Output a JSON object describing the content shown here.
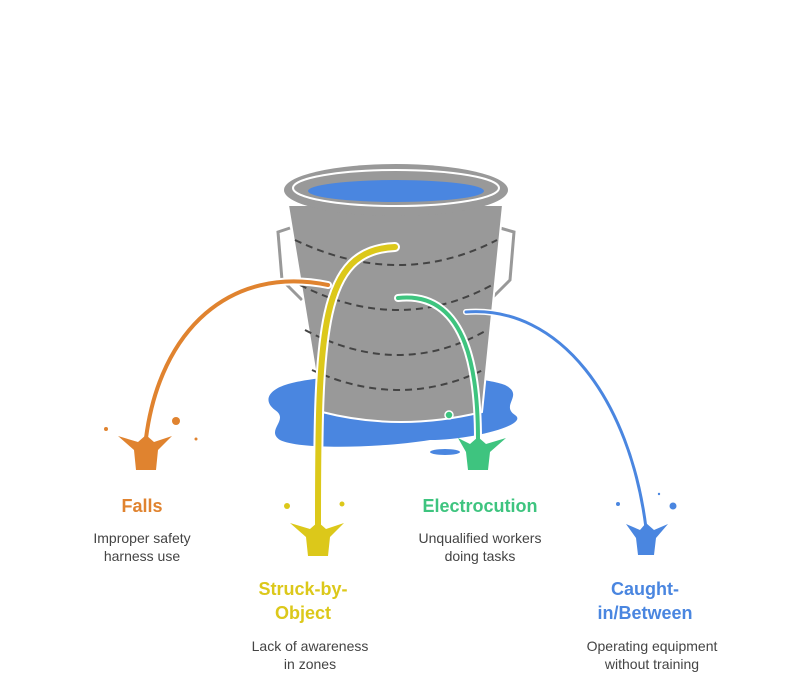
{
  "colors": {
    "falls": "#E0832F",
    "struck": "#DCC81A",
    "electro": "#3EC47F",
    "caught": "#4A86E0",
    "bucket": "#999999"
  },
  "items": [
    {
      "title": "Falls",
      "desc1": "Improper safety",
      "desc2": "harness use"
    },
    {
      "title1": "Struck-by-",
      "title2": "Object",
      "desc1": "Lack of awareness",
      "desc2": "in zones"
    },
    {
      "title": "Electrocution",
      "desc1": "Unqualified workers",
      "desc2": "doing tasks"
    },
    {
      "title1": "Caught-",
      "title2": "in/Between",
      "desc1": "Operating equipment",
      "desc2": "without training"
    }
  ]
}
